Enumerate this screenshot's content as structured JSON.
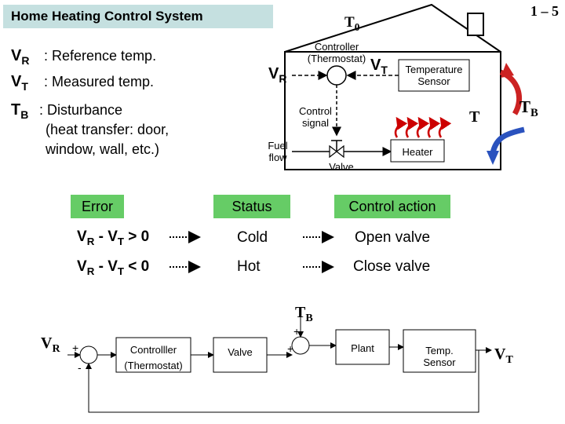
{
  "title": "Home Heating Control System",
  "slide_number": "1 – 5",
  "legend": {
    "vr_symbol": "V",
    "vr_sub": "R",
    "vr_text": ": Reference temp.",
    "vt_symbol": "V",
    "vt_sub": "T",
    "vt_text": ": Measured temp.",
    "tb_symbol": "T",
    "tb_sub": "B",
    "tb_text_1": ": Disturbance",
    "tb_text_2": "(heat transfer: door,",
    "tb_text_3": "window, wall, etc.)"
  },
  "house": {
    "t0_symbol": "T",
    "t0_sub": "0",
    "controller_1": "Controller",
    "controller_2": "(Thermostat)",
    "vr_symbol": "V",
    "vr_sub": "R",
    "vt_symbol": "V",
    "vt_sub": "T",
    "sensor_1": "Temperature",
    "sensor_2": "Sensor",
    "control_signal_1": "Control",
    "control_signal_2": "signal",
    "fuel_1": "Fuel",
    "fuel_2": "flow",
    "valve": "Valve",
    "heater": "Heater",
    "t_symbol": "T",
    "tb_symbol": "T",
    "tb_sub": "B"
  },
  "table": {
    "headers": [
      "Error",
      "Status",
      "Control action"
    ],
    "rows": [
      {
        "error_a": "V",
        "error_a_sub": "R",
        "minus": " - ",
        "error_b": "V",
        "error_b_sub": "T",
        "op": " > 0",
        "status": "Cold",
        "action": "Open valve"
      },
      {
        "error_a": "V",
        "error_a_sub": "R",
        "minus": " - ",
        "error_b": "V",
        "error_b_sub": "T",
        "op": " < 0",
        "status": "Hot",
        "action": "Close valve"
      }
    ]
  },
  "block_diagram": {
    "vr_symbol": "V",
    "vr_sub": "R",
    "sum1_plus": "+",
    "sum1_minus": "-",
    "controller_1": "Controlller",
    "controller_2": "(Thermostat)",
    "valve": "Valve",
    "tb_symbol": "T",
    "tb_sub": "B",
    "sum2_plus_top": "+",
    "sum2_plus_left": "+",
    "plant": "Plant",
    "sensor_1": "Temp.",
    "sensor_2": "Sensor",
    "vt_symbol": "V",
    "vt_sub": "T"
  },
  "colors": {
    "title_bg": "#c5e0e0",
    "header_bg": "#66cc66",
    "heat_arrow": "#cc0000",
    "arrow_red": "#cc2222",
    "arrow_blue": "#2a52be",
    "line": "#000000"
  }
}
